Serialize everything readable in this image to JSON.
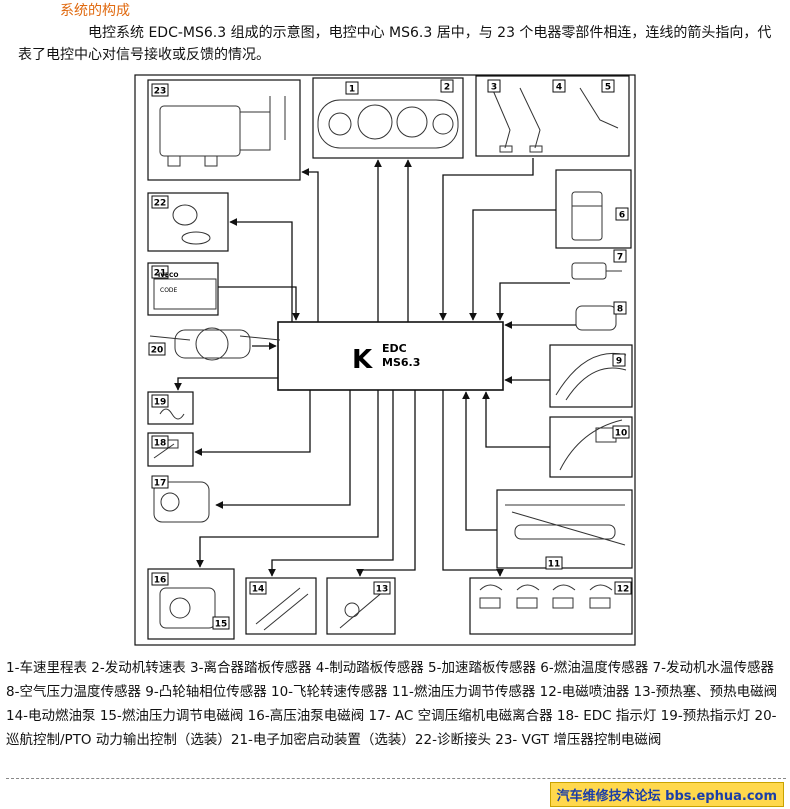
{
  "section_title": "系统的构成",
  "intro": "电控系统 EDC-MS6.3 组成的示意图，电控中心 MS6.3 居中，与 23 个电器零部件相连，连线的箭头指向，代表了电控中心对信号接收或反馈的情况。",
  "ecu": {
    "logo": "K",
    "line1": "EDC",
    "line2": "MS6.3"
  },
  "component_numbers": [
    "1",
    "2",
    "3",
    "4",
    "5",
    "6",
    "7",
    "8",
    "9",
    "10",
    "11",
    "12",
    "13",
    "14",
    "15",
    "16",
    "17",
    "18",
    "19",
    "20",
    "21",
    "22",
    "23"
  ],
  "card21": {
    "brand": "IVECO",
    "code_label": "CODE"
  },
  "legend": "1-车速里程表 2-发动机转速表 3-离合器踏板传感器 4-制动踏板传感器 5-加速踏板传感器 6-燃油温度传感器 7-发动机水温传感器 8-空气压力温度传感器 9-凸轮轴相位传感器 10-飞轮转速传感器 11-燃油压力调节传感器 12-电磁喷油器 13-预热塞、预热电磁阀 14-电动燃油泵 15-燃油压力调节电磁阀 16-高压油泵电磁阀 17- AC 空调压缩机电磁离合器 18- EDC 指示灯 19-预热指示灯 20-巡航控制/PTO 动力输出控制（选装）21-电子加密启动装置（选装）22-诊断接头 23- VGT 增压器控制电磁阀",
  "footer": "汽车维修技术论坛 bbs.ephua.com"
}
